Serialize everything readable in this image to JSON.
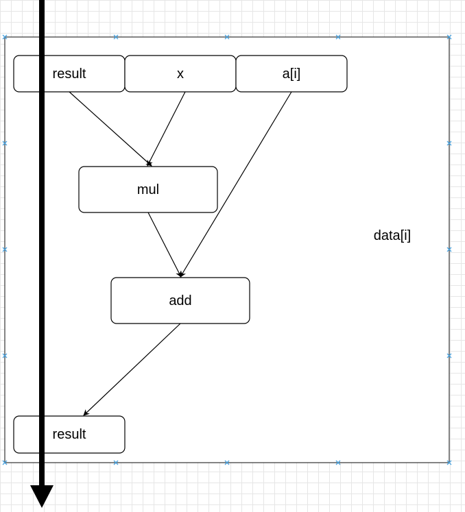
{
  "diagram": {
    "container_label": "data[i]",
    "nodes": {
      "result_in": "result",
      "x": "x",
      "a_i": "a[i]",
      "mul": "mul",
      "add": "add",
      "result_out": "result"
    }
  }
}
